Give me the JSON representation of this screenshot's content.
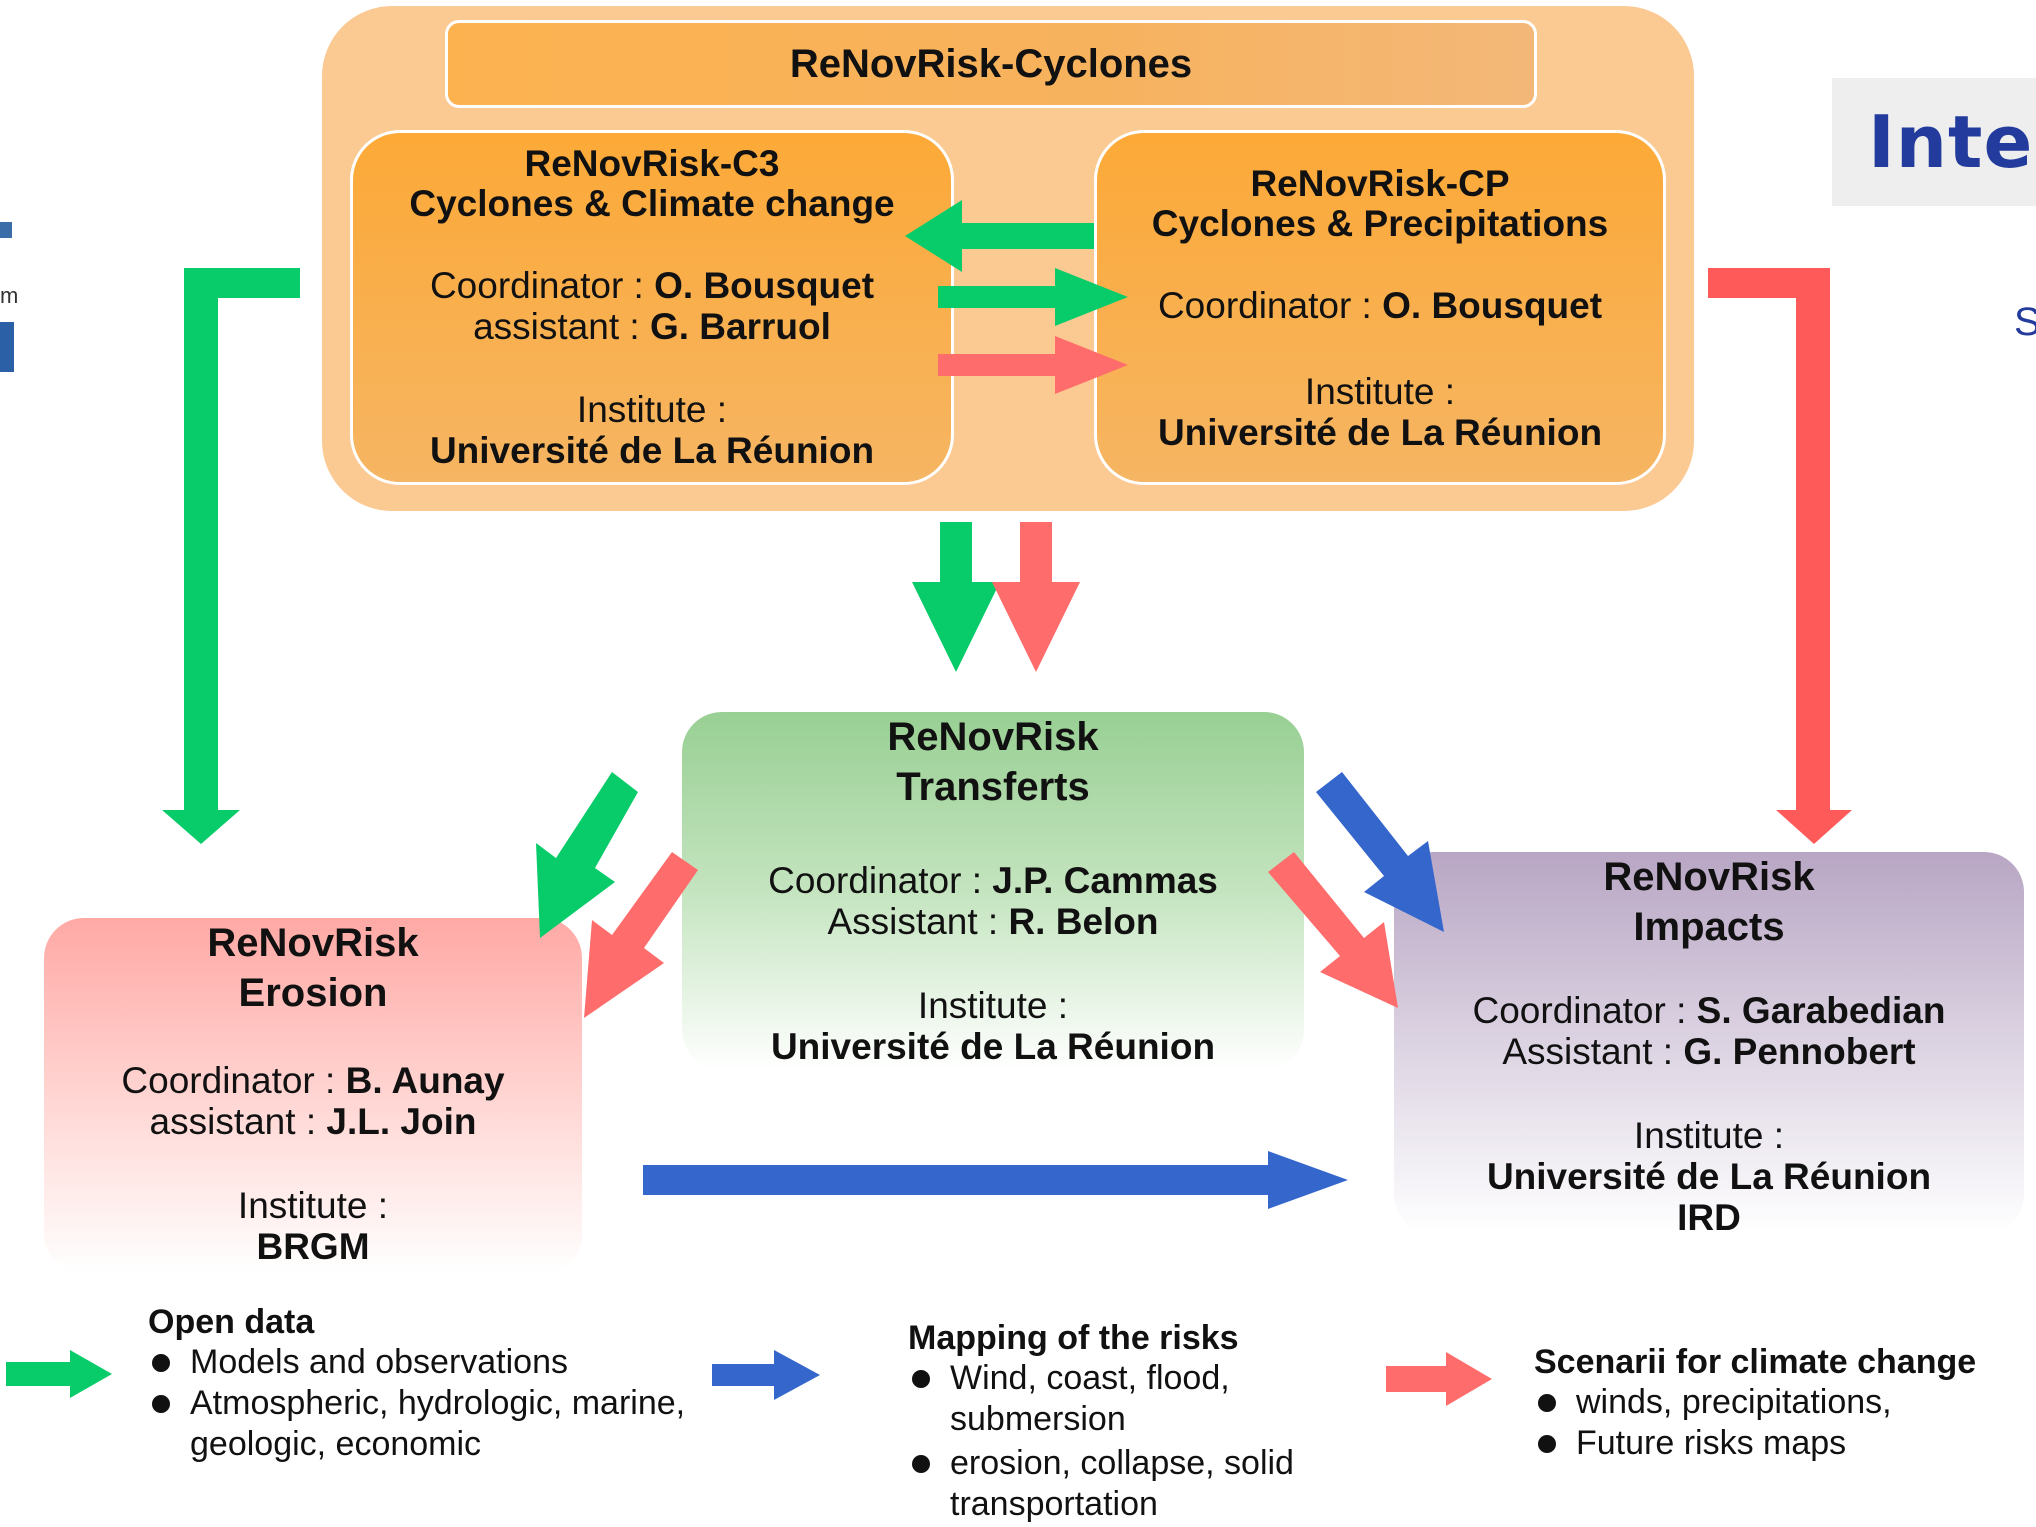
{
  "colors": {
    "green": "#08cc6a",
    "red": "#ff5d5d",
    "blue": "#3566cc",
    "orange_light": "#fbc992",
    "orange": "#fca937"
  },
  "header_right": {
    "text": "Inter",
    "sub": "S"
  },
  "logo_left": {
    "text": "m"
  },
  "cyclones": {
    "title": "ReNovRisk-Cyclones",
    "c3": {
      "name": "ReNovRisk-C3",
      "subtitle": "Cyclones & Climate change",
      "coordinator_label": "Coordinator : ",
      "coordinator": "O. Bousquet",
      "assistant_label": "assistant : ",
      "assistant": "G. Barruol",
      "institute_label": "Institute :",
      "institute": "Université de La Réunion"
    },
    "cp": {
      "name": "ReNovRisk-CP",
      "subtitle": "Cyclones & Precipitations",
      "coordinator_label": "Coordinator : ",
      "coordinator": "O. Bousquet",
      "institute_label": "Institute :",
      "institute": "Université de La Réunion"
    }
  },
  "transferts": {
    "line1": "ReNovRisk",
    "line2": "Transferts",
    "coordinator_label": "Coordinator : ",
    "coordinator": "J.P. Cammas",
    "assistant_label": "Assistant : ",
    "assistant": "R. Belon",
    "institute_label": "Institute :",
    "institute": "Université de La Réunion"
  },
  "erosion": {
    "line1": "ReNovRisk",
    "line2": "Erosion",
    "coordinator_label": "Coordinator : ",
    "coordinator": "B. Aunay",
    "assistant_label": "assistant : ",
    "assistant": "J.L. Join",
    "institute_label": "Institute :",
    "institute": "BRGM"
  },
  "impacts": {
    "line1": "ReNovRisk",
    "line2": "Impacts",
    "coordinator_label": "Coordinator : ",
    "coordinator": "S. Garabedian",
    "assistant_label": "Assistant : ",
    "assistant": "G. Pennobert",
    "institute_label": "Institute :",
    "institute": "Université de La Réunion",
    "institute2": "IRD"
  },
  "legend": {
    "open_data": {
      "title": "Open data",
      "items": [
        "Models and observations",
        "Atmospheric, hydrologic, marine, geologic, economic"
      ]
    },
    "mapping": {
      "title": "Mapping of the risks",
      "items": [
        "Wind, coast, flood, submersion",
        "erosion, collapse, solid transportation"
      ]
    },
    "scenarii": {
      "title": "Scenarii for climate change",
      "items": [
        "winds, precipitations,",
        "Future risks maps"
      ]
    }
  }
}
